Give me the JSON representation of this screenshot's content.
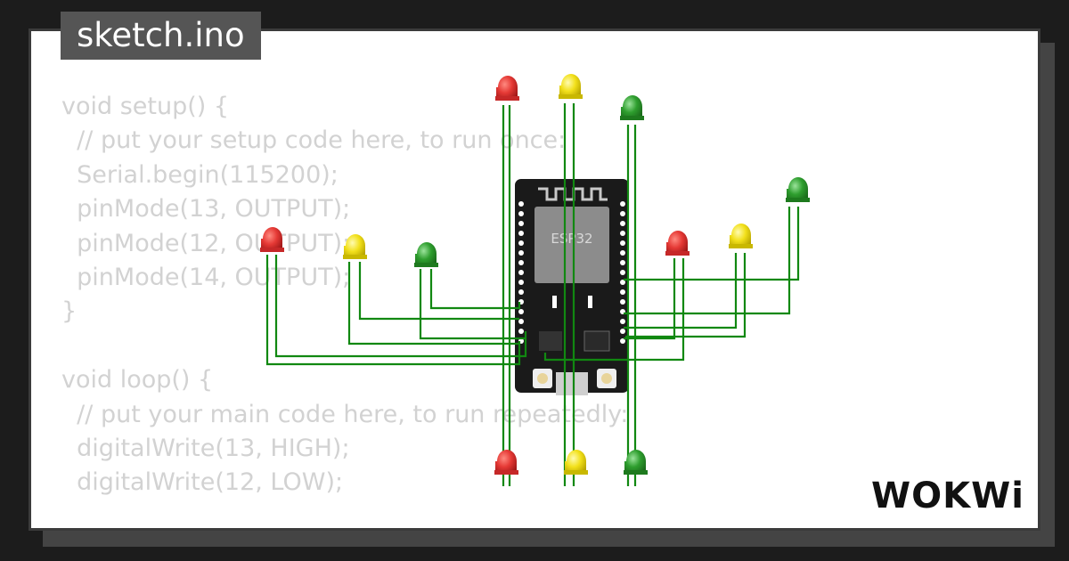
{
  "header": {
    "tab_label": "sketch.ino"
  },
  "code": {
    "lines": [
      "void setup() {",
      "  // put your setup code here, to run once:",
      "  Serial.begin(115200);",
      "  pinMode(13, OUTPUT);",
      "  pinMode(12, OUTPUT);",
      "  pinMode(14, OUTPUT);",
      "}",
      "",
      "void loop() {",
      "  // put your main code here, to run repeatedly:",
      "  digitalWrite(13, HIGH);",
      "  digitalWrite(12, LOW);"
    ]
  },
  "board": {
    "chip_label": "ESP32"
  },
  "leds": [
    {
      "color": "red"
    },
    {
      "color": "yellow"
    },
    {
      "color": "green"
    },
    {
      "color": "red"
    },
    {
      "color": "yellow"
    },
    {
      "color": "green"
    },
    {
      "color": "red"
    },
    {
      "color": "yellow"
    },
    {
      "color": "green"
    },
    {
      "color": "red"
    },
    {
      "color": "yellow"
    },
    {
      "color": "green"
    }
  ],
  "colors": {
    "wire": "#118811",
    "led_red": "#e53935",
    "led_yellow": "#f2e01a",
    "led_green": "#2e9e2e",
    "board": "#1a1a1a"
  },
  "brand": {
    "logo_text": "WOKWi"
  }
}
